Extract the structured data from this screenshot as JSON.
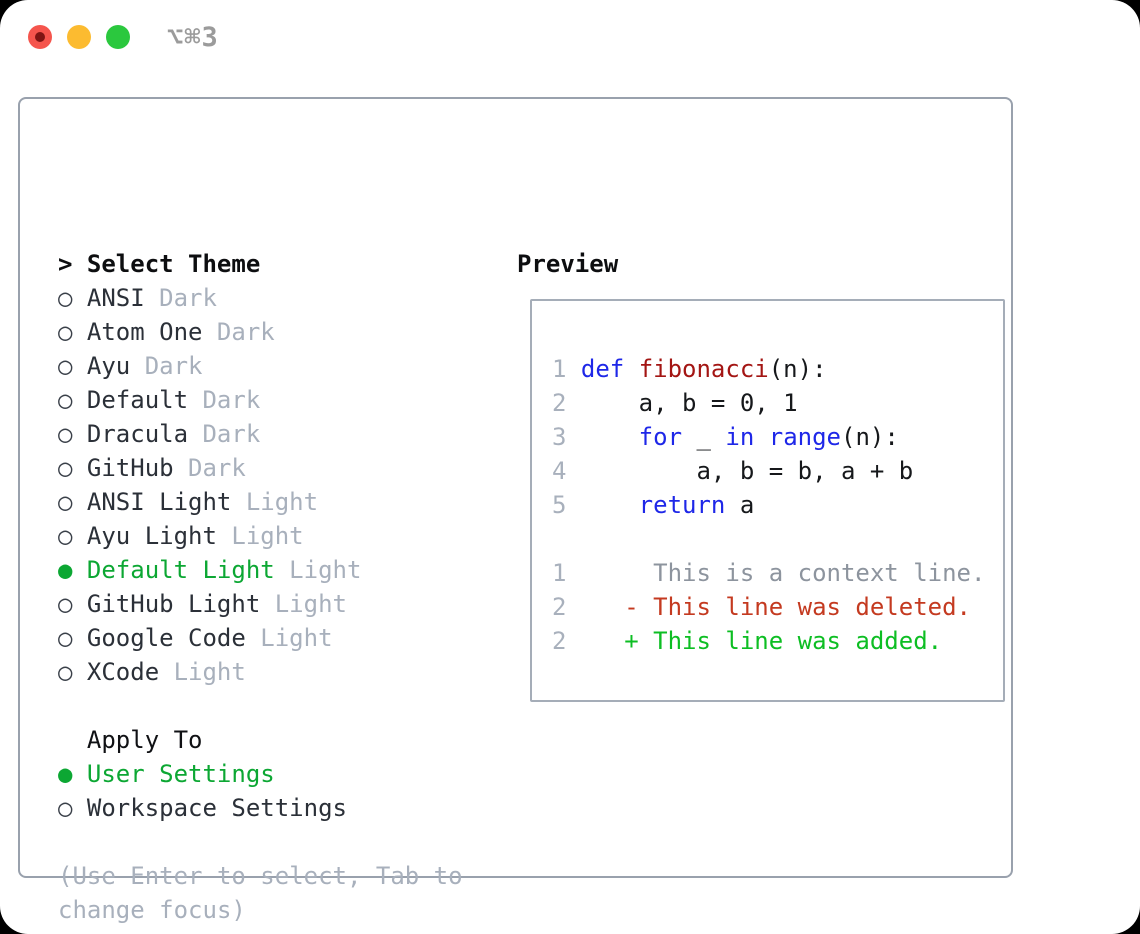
{
  "window": {
    "title_shortcut": "⌥⌘3",
    "traffic_lights": [
      "close",
      "minimize",
      "zoom"
    ]
  },
  "colors": {
    "accent_green": "#0ca733",
    "diff_added_green": "#0dbe23",
    "diff_deleted_red": "#c43a20",
    "keyword_blue": "#1e27e8",
    "function_red": "#a31513",
    "muted_gray": "#a8b0bc",
    "panel_border_gray": "#99a1ad"
  },
  "theme_selector": {
    "header": {
      "prefix": ">",
      "label": "Select Theme"
    },
    "items": [
      {
        "bullet": "○",
        "name": "ANSI",
        "tag": "Dark",
        "selected": false
      },
      {
        "bullet": "○",
        "name": "Atom One",
        "tag": "Dark",
        "selected": false
      },
      {
        "bullet": "○",
        "name": "Ayu",
        "tag": "Dark",
        "selected": false
      },
      {
        "bullet": "○",
        "name": "Default",
        "tag": "Dark",
        "selected": false
      },
      {
        "bullet": "○",
        "name": "Dracula",
        "tag": "Dark",
        "selected": false
      },
      {
        "bullet": "○",
        "name": "GitHub",
        "tag": "Dark",
        "selected": false
      },
      {
        "bullet": "○",
        "name": "ANSI Light",
        "tag": "Light",
        "selected": false
      },
      {
        "bullet": "○",
        "name": "Ayu Light",
        "tag": "Light",
        "selected": false
      },
      {
        "bullet": "●",
        "name": "Default Light",
        "tag": "Light",
        "selected": true
      },
      {
        "bullet": "○",
        "name": "GitHub Light",
        "tag": "Light",
        "selected": false
      },
      {
        "bullet": "○",
        "name": "Google Code",
        "tag": "Light",
        "selected": false
      },
      {
        "bullet": "○",
        "name": "XCode",
        "tag": "Light",
        "selected": false
      }
    ],
    "apply_to": {
      "label": "Apply To",
      "options": [
        {
          "bullet": "●",
          "name": "User Settings",
          "selected": true
        },
        {
          "bullet": "○",
          "name": "Workspace Settings",
          "selected": false
        }
      ]
    },
    "hint": "(Use Enter to select, Tab to change focus)"
  },
  "preview": {
    "label": "Preview",
    "lines": [
      {
        "num": "1",
        "segs": {
          "s0": "def",
          "s1": " ",
          "s2": "fibonacci",
          "s3": "(n):"
        }
      },
      {
        "num": "2",
        "segs": {
          "s0": "    a, b = 0, 1"
        }
      },
      {
        "num": "3",
        "segs": {
          "s0": "    ",
          "s1": "for",
          "s2": " _ ",
          "s3": "in",
          "s4": " ",
          "s5": "range",
          "s6": "(n):"
        }
      },
      {
        "num": "4",
        "segs": {
          "s0": "        a, b = b, a + b"
        }
      },
      {
        "num": "5",
        "segs": {
          "s0": "    ",
          "s1": "return",
          "s2": " a"
        }
      },
      {
        "num": "",
        "segs": {}
      },
      {
        "num": "1",
        "segs": {
          "s0": "     This is a context line."
        }
      },
      {
        "num": "2",
        "segs": {
          "s0": "   - This line was deleted."
        }
      },
      {
        "num": "2",
        "segs": {
          "s0": "   + This line was added."
        }
      }
    ]
  }
}
